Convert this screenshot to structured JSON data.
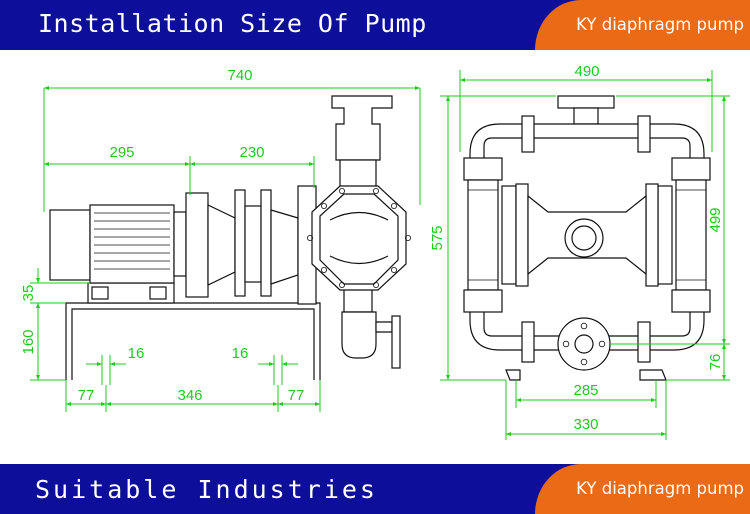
{
  "header": {
    "title": "Installation Size Of Pump",
    "badge": "KY diaphragm pump"
  },
  "footer": {
    "title": "Suitable Industries",
    "badge": "KY diaphragm pump"
  },
  "dimensions": {
    "side_total": "740",
    "side_motor": "295",
    "side_coupling": "230",
    "side_base_height": "35",
    "side_frame_height": "160",
    "side_bolt_left": "16",
    "side_bolt_right": "16",
    "side_offset_left": "77",
    "side_base_length": "346",
    "side_offset_right": "77",
    "front_total_width": "490",
    "front_total_height": "575",
    "front_body_height": "499",
    "front_outlet_height": "76",
    "front_foot_span": "285",
    "front_base_width": "330"
  },
  "colors": {
    "banner": "#0d0f9a",
    "badge": "#ea6a16",
    "dimension": "#1bcc1b"
  }
}
